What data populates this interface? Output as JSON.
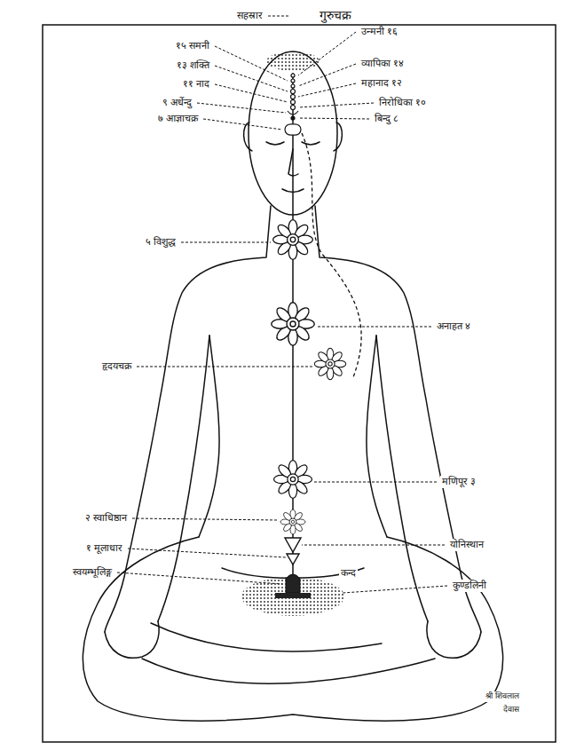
{
  "diagram": {
    "labels": [
      "सहस्रार",
      "गुरुचक्र",
      "उन्मनी १६",
      "१५ समनी",
      "व्यापिका १४",
      "१३ शक्ति",
      "महानाद १२",
      "११ नाद",
      "निरोधिका १०",
      "९ अर्धेन्दु",
      "बिन्दु ८",
      "७ आज्ञाचक्र",
      "५ विशुद्ध",
      "अनाहत ४",
      "हृदयचक्र",
      "मणिपूर ३",
      "२ स्वाधिष्ठान",
      "योनिस्थान",
      "१ मूलाधार",
      "स्वयम्भूलिङ्ग",
      "कन्द",
      "कुण्डलिनी",
      "श्री शिवलाल",
      "देवास"
    ]
  }
}
